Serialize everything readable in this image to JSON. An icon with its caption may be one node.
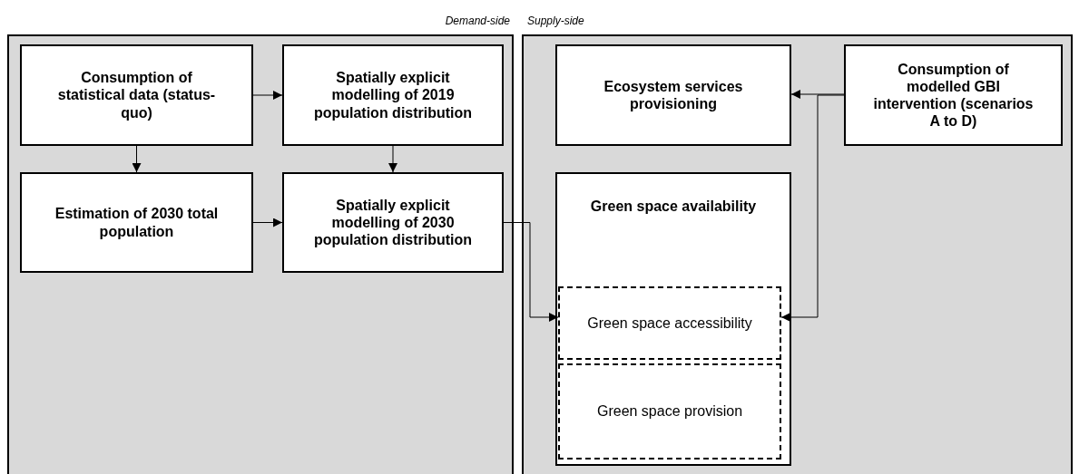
{
  "diagram": {
    "nodes": [
      {
        "text": [
          "Demand-side"
        ]
      },
      {
        "text": [
          "Consumption of statistical data (status-quo)"
        ],
        "in": 0
      },
      {
        "text": [
          "Spatially explicit modelling of 2019 population distribution"
        ],
        "in": 0
      },
      {
        "text": [
          "Estimation of 2030 total population"
        ],
        "in": 0
      },
      {
        "text": [
          "Spatially explicit modelling of 2030 population distribution"
        ],
        "in": 0
      },
      {
        "text": [
          "Supply-side"
        ]
      },
      {
        "text": [
          "Ecosystem services provisioning"
        ],
        "in": 5
      },
      {
        "text": [
          "Consumption of modelled GBI intervention (scenarios A to D)"
        ],
        "in": 5
      },
      {
        "text": [
          "Green space availability"
        ],
        "in": 5
      },
      {
        "text": [
          "Green space accessibility"
        ],
        "in": 8
      },
      {
        "text": [
          "Green space provision"
        ],
        "in": 8
      }
    ],
    "edges": [
      {
        "from": 1,
        "to": 2,
        "arrow": "to"
      },
      {
        "from": 1,
        "to": 3,
        "arrow": "to"
      },
      {
        "from": 2,
        "to": 4,
        "arrow": "to"
      },
      {
        "from": 3,
        "to": 4,
        "arrow": "to"
      },
      {
        "from": 4,
        "to": 9,
        "arrow": "to"
      },
      {
        "from": 7,
        "to": 6,
        "arrow": "to"
      },
      {
        "from": 7,
        "to": 9,
        "arrow": "to"
      }
    ]
  }
}
